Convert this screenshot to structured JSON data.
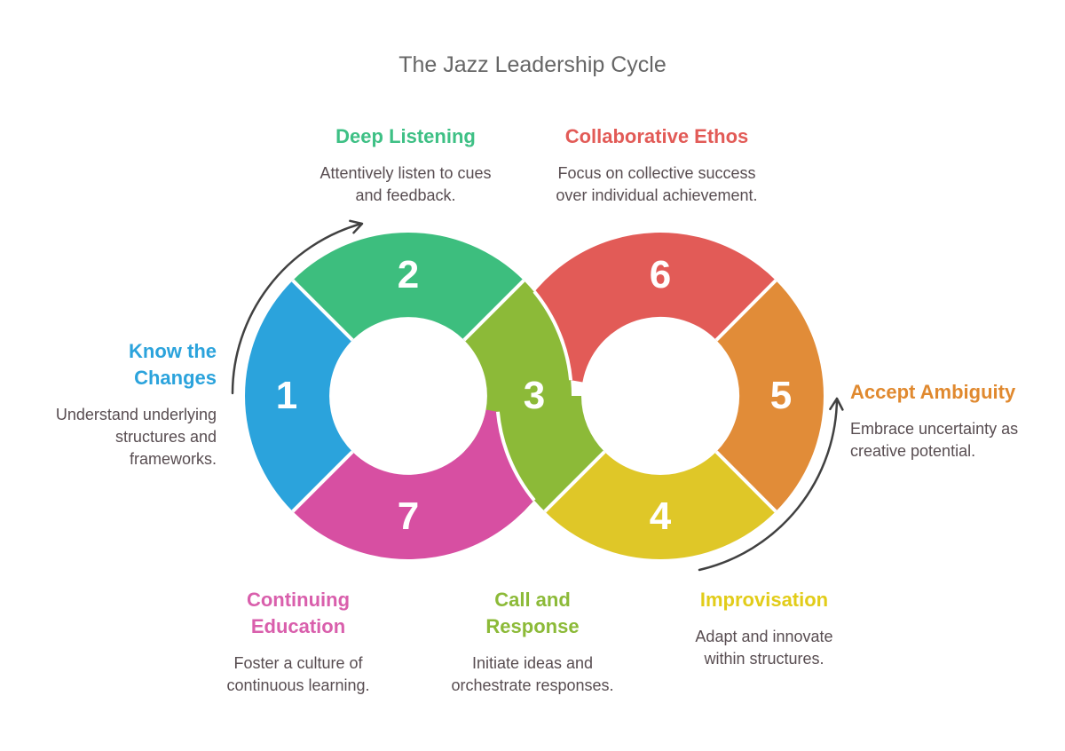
{
  "title": "The Jazz Leadership Cycle",
  "title_color": "#666666",
  "background": "#FFFFFF",
  "text_color": "#584D51",
  "wheel": {
    "shape": "infinity-loop of two overlapping donut rings",
    "number_color": "#FFFFFF",
    "segments": [
      {
        "number": "1",
        "name": "Know the Changes",
        "color": "#2BA3DC"
      },
      {
        "number": "2",
        "name": "Deep Listening",
        "color": "#3DBE7E"
      },
      {
        "number": "3",
        "name": "Call and Response",
        "color": "#8CBA38"
      },
      {
        "number": "4",
        "name": "Improvisation",
        "color": "#DFC728"
      },
      {
        "number": "5",
        "name": "Accept Ambiguity",
        "color": "#E18C38"
      },
      {
        "number": "6",
        "name": "Collaborative Ethos",
        "color": "#E25B57"
      },
      {
        "number": "7",
        "name": "Continuing Education",
        "color": "#D74FA2"
      }
    ]
  },
  "callouts": {
    "deep_listening": {
      "title": "Deep Listening",
      "title_lines": [
        "Deep Listening"
      ],
      "color": "#3EC085",
      "desc": [
        "Attentively listen to cues",
        "and feedback."
      ]
    },
    "collaborative_ethos": {
      "title": "Collaborative Ethos",
      "title_lines": [
        "Collaborative Ethos"
      ],
      "color": "#E25B57",
      "desc": [
        "Focus on collective success",
        "over individual achievement."
      ]
    },
    "know_the_changes": {
      "title": "Know the Changes",
      "title_lines": [
        "Know the",
        "Changes"
      ],
      "color": "#2BA3DC",
      "desc": [
        "Understand underlying",
        "structures and",
        "frameworks."
      ]
    },
    "accept_ambiguity": {
      "title": "Accept Ambiguity",
      "title_lines": [
        "Accept Ambiguity"
      ],
      "color": "#E0892F",
      "desc": [
        "Embrace uncertainty as",
        "creative potential."
      ]
    },
    "continuing_education": {
      "title": "Continuing Education",
      "title_lines": [
        "Continuing",
        "Education"
      ],
      "color": "#D95FAC",
      "desc": [
        "Foster a culture of",
        "continuous learning."
      ]
    },
    "call_and_response": {
      "title": "Call and Response",
      "title_lines": [
        "Call and",
        "Response"
      ],
      "color": "#8CBA38",
      "desc": [
        "Initiate ideas and",
        "orchestrate responses."
      ]
    },
    "improvisation": {
      "title": "Improvisation",
      "title_lines": [
        "Improvisation"
      ],
      "color": "#E2CC19",
      "desc": [
        "Adapt and innovate",
        "within structures."
      ]
    }
  },
  "arrows": {
    "color": "#414141",
    "count": "2"
  }
}
